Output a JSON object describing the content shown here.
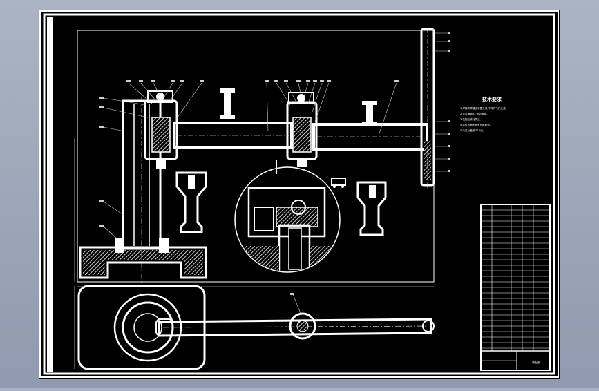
{
  "viewport": {
    "background_top": "#aab4c4",
    "background_bottom": "#8f9aae"
  },
  "drawing": {
    "sheet_background": "#000000",
    "line_color": "#ffffff",
    "leader_color": "#cfcfcf",
    "tech_requirements": {
      "title": "技术要求",
      "items": [
        "1.焊接件焊缝应平整光滑,不得有气孔夹渣。",
        "2.未注圆角R2,锐边倒钝。",
        "3.装配后转动灵活。",
        "4.零件表面不得有划痕碰伤。",
        "5.未注公差按IT14级。"
      ]
    },
    "title_block": {
      "label": "装配图"
    }
  }
}
